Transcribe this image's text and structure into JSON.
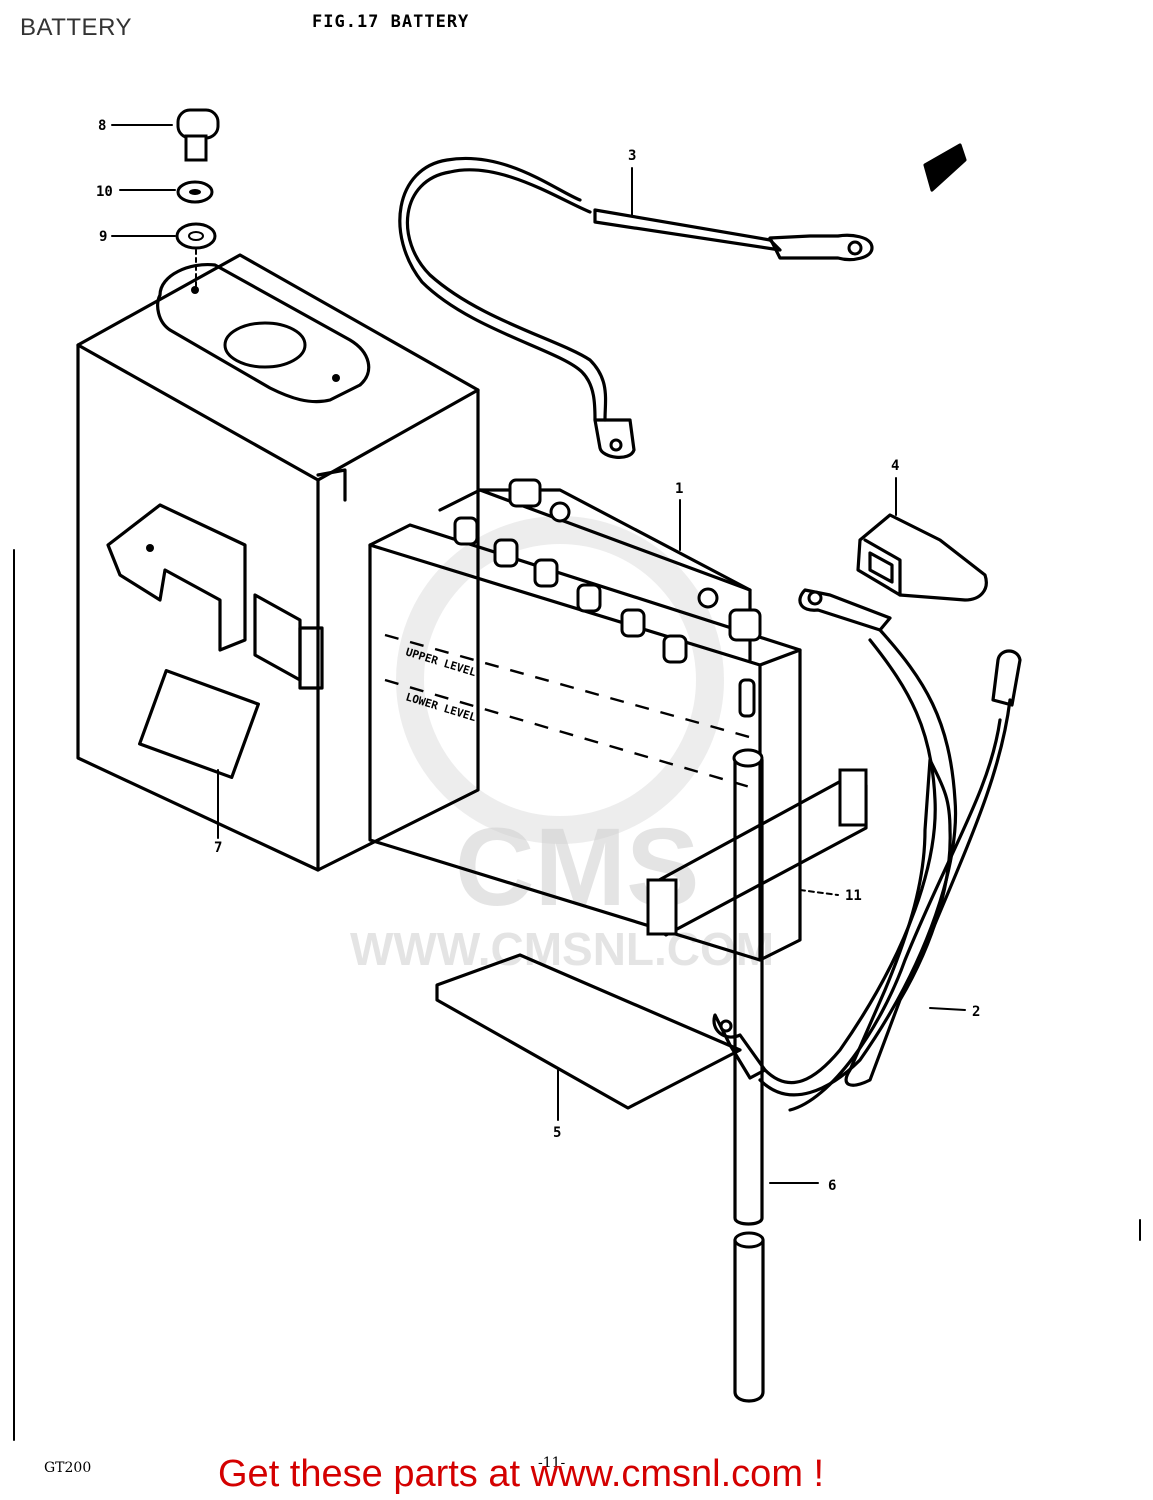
{
  "page": {
    "title": "BATTERY",
    "figure_title": "FIG.17  BATTERY",
    "model_code": "GT200",
    "page_number": "-11-",
    "cta": "Get these parts at www.cmsnl.com !",
    "cta_color": "#d40000"
  },
  "watermark": {
    "brand": "CMS",
    "url": "WWW.CMSNL.COM"
  },
  "callouts": [
    {
      "id": "1",
      "label": "1"
    },
    {
      "id": "2",
      "label": "2"
    },
    {
      "id": "3",
      "label": "3"
    },
    {
      "id": "4",
      "label": "4"
    },
    {
      "id": "5",
      "label": "5"
    },
    {
      "id": "6",
      "label": "6"
    },
    {
      "id": "7",
      "label": "7"
    },
    {
      "id": "8",
      "label": "8"
    },
    {
      "id": "9",
      "label": "9"
    },
    {
      "id": "10",
      "label": "10"
    },
    {
      "id": "11",
      "label": "11"
    }
  ],
  "battery_markings": {
    "upper": "UPPER LEVEL",
    "lower": "LOWER LEVEL"
  }
}
